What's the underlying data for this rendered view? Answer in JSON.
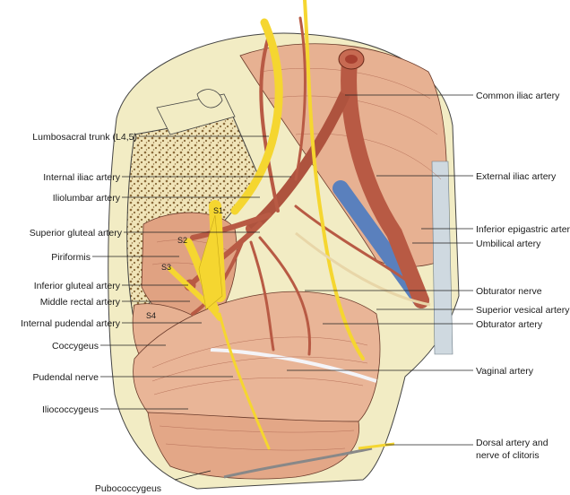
{
  "labels_left": [
    {
      "id": "lumbosacral-trunk",
      "text": "Lumbosacral trunk (L4,5)"
    },
    {
      "id": "internal-iliac-artery",
      "text": "Internal iliac artery"
    },
    {
      "id": "iliolumbar-artery",
      "text": "Iliolumbar artery"
    },
    {
      "id": "superior-gluteal-artery",
      "text": "Superior gluteal artery"
    },
    {
      "id": "piriformis",
      "text": "Piriformis"
    },
    {
      "id": "inferior-gluteal-artery",
      "text": "Inferior gluteal artery"
    },
    {
      "id": "middle-rectal-artery",
      "text": "Middle rectal artery"
    },
    {
      "id": "internal-pudendal-artery",
      "text": "Internal pudendal artery"
    },
    {
      "id": "coccygeus",
      "text": "Coccygeus"
    },
    {
      "id": "pudendal-nerve",
      "text": "Pudendal nerve"
    },
    {
      "id": "iliococcygeus",
      "text": "Iliococcygeus"
    }
  ],
  "label_bottom": {
    "id": "pubococcygeus",
    "text": "Pubococcygeus"
  },
  "labels_right": [
    {
      "id": "common-iliac-artery",
      "text": "Common iliac artery"
    },
    {
      "id": "external-iliac-artery",
      "text": "External iliac artery"
    },
    {
      "id": "inferior-epigastric-artery",
      "text": "Inferior epigastric artery"
    },
    {
      "id": "umbilical-artery",
      "text": "Umbilical artery"
    },
    {
      "id": "obturator-nerve",
      "text": "Obturator nerve"
    },
    {
      "id": "superior-vesical-artery",
      "text": "Superior vesical artery"
    },
    {
      "id": "obturator-artery",
      "text": "Obturator artery"
    },
    {
      "id": "vaginal-artery",
      "text": "Vaginal artery"
    },
    {
      "id": "dorsal-artery",
      "line1": "Dorsal artery and",
      "line2": "nerve of clitoris"
    }
  ],
  "sacral_nerves": [
    "S1",
    "S2",
    "S3",
    "S4"
  ],
  "colors": {
    "bone": "#f2ecc4",
    "muscle": "#e7b192",
    "artery": "#b85a44",
    "vein": "#5a80bd",
    "nerve": "#f5d630"
  }
}
